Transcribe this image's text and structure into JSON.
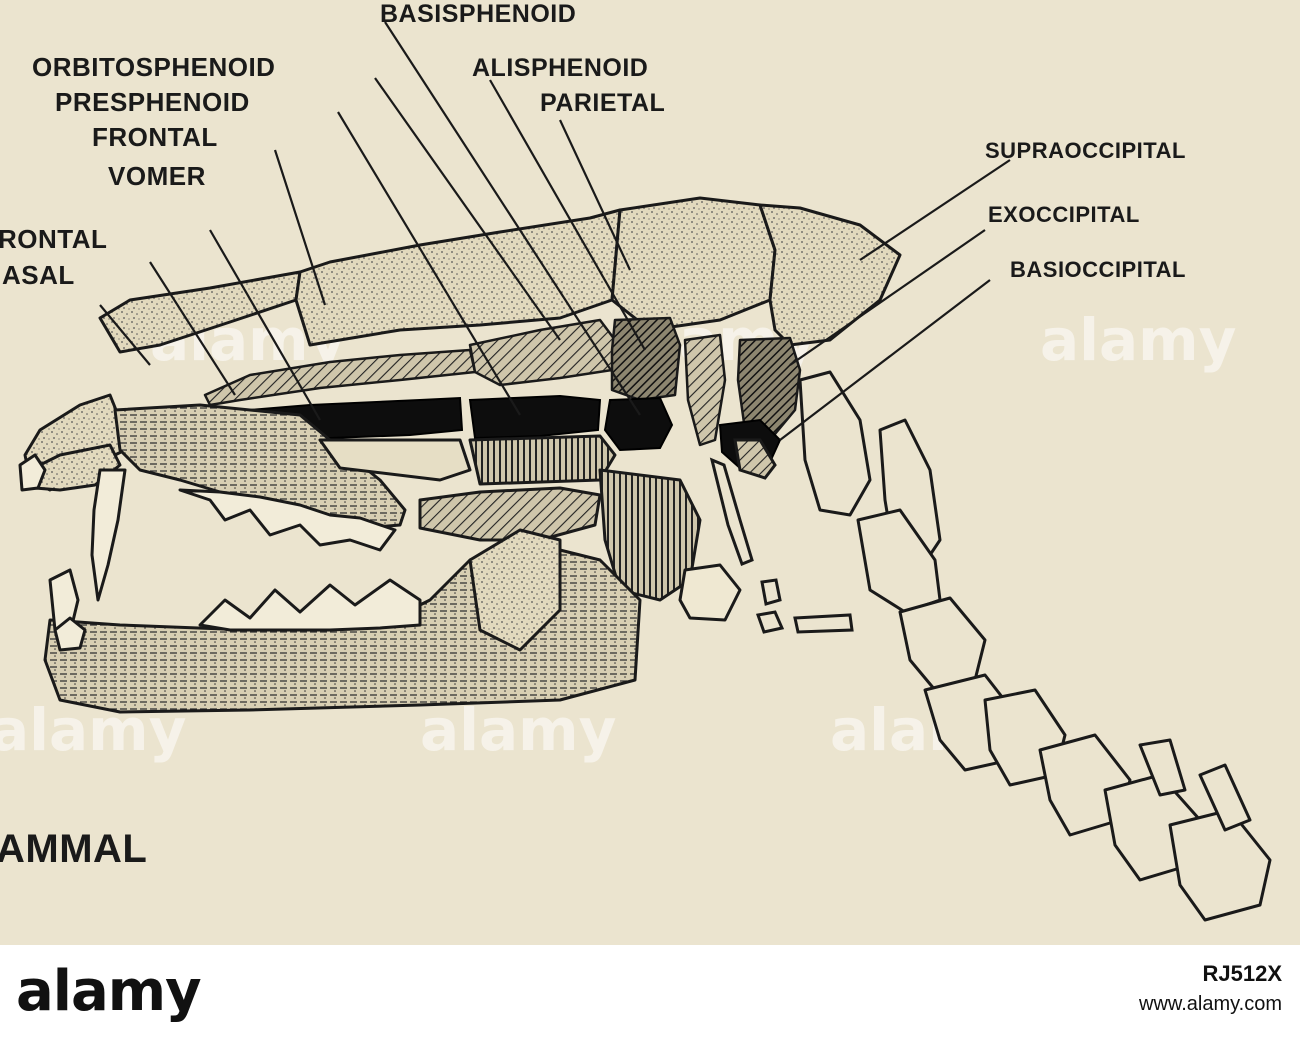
{
  "labels": {
    "basisphenoid": "BASISPHENOID",
    "orbitosphenoid": "ORBITOSPHENOID",
    "alisphenoid": "ALISPHENOID",
    "presphenoid": "PRESPHENOID",
    "parietal": "PARIETAL",
    "frontal": "FRONTAL",
    "supraoccipital": "SUPRAOCCIPITAL",
    "vomer": "VOMER",
    "exoccipital": "EXOCCIPITAL",
    "prefrontal_partial": "RONTAL",
    "basioccipital": "BASIOCCIPITAL",
    "nasal_partial": "ASAL",
    "caption_partial": "AMMAL"
  },
  "watermark": {
    "text": "alamy"
  },
  "footer": {
    "logo": "alamy",
    "image_id": "RJ512X",
    "site": "www.alamy.com"
  },
  "colors": {
    "paper": "#ebe4cf",
    "ink": "#1a1a1a",
    "footer_bg": "#ffffff"
  }
}
